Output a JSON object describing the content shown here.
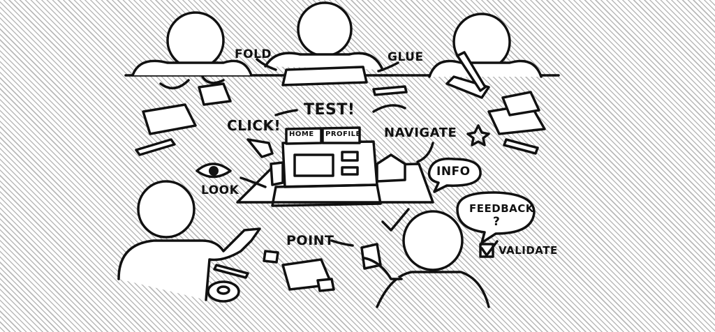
{
  "labels": {
    "fold": "FOLD",
    "glue": "GLUE",
    "test": "TEST!",
    "click": "CLICK!",
    "navigate": "NAVIGATE",
    "look": "LOOK",
    "info": "INFO",
    "feedback": "FEEDBACK",
    "feedback_q": "?",
    "point": "POINT",
    "validate": "VALIDATE"
  },
  "prototype_tabs": [
    "HOME",
    "PROFILE"
  ],
  "colors": {
    "ink": "#111111",
    "stripe": "#b9b9b9",
    "paper": "#ffffff"
  }
}
